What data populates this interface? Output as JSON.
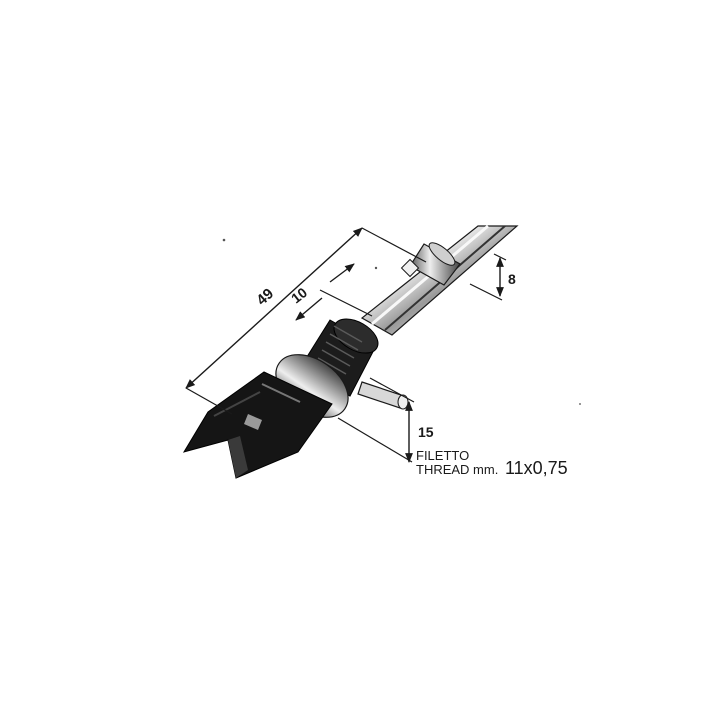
{
  "dimensions": {
    "overall_length": "49",
    "collar_length": "10",
    "shaft_diameter": "8",
    "body_diameter": "15"
  },
  "thread_note": {
    "line1": "FILETTO",
    "line2_prefix": "THREAD mm.",
    "line2_value": "11x0,75"
  },
  "colors": {
    "ink": "#1a1a1a",
    "chrome_dark": "#3a3a3a",
    "chrome_light": "#e8e8e8",
    "body_black": "#141414"
  }
}
